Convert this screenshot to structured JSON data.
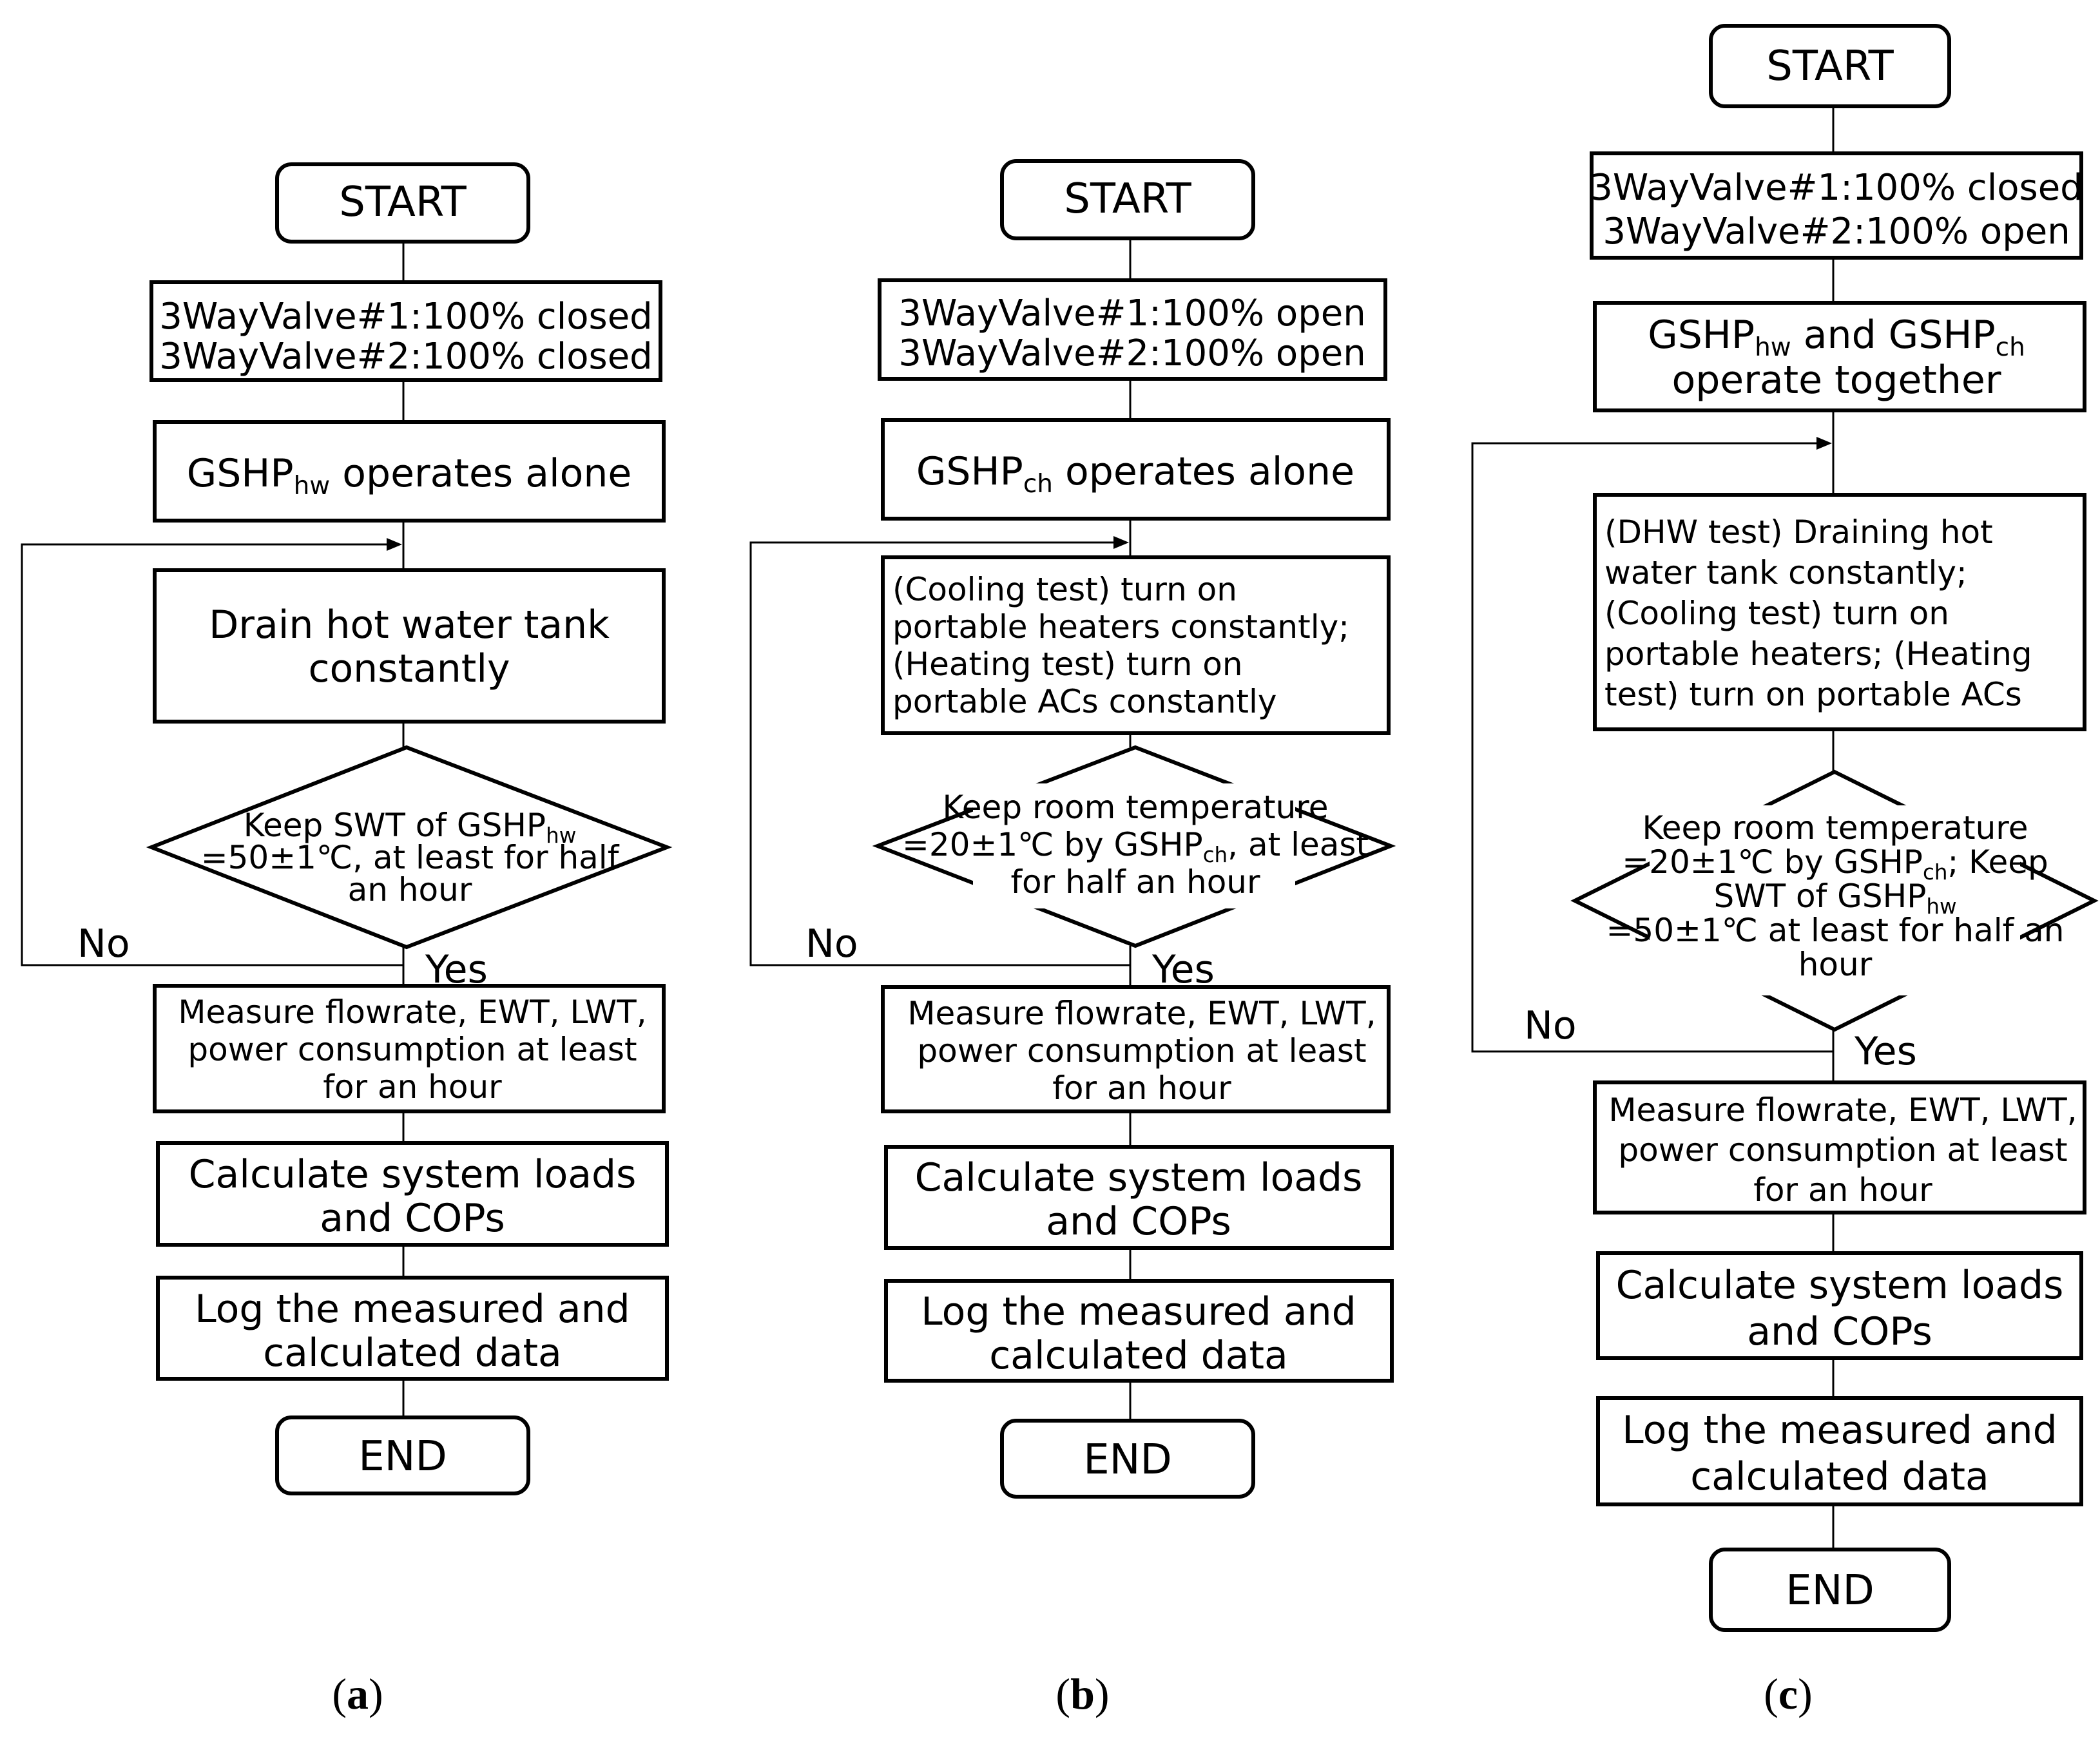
{
  "figure": {
    "a": {
      "caption": "a",
      "start": "START",
      "valves": [
        "3WayValve#1:100% closed",
        "3WayValve#2:100% closed"
      ],
      "operate": [
        {
          "t": "GSHP"
        },
        {
          "t": "hw",
          "sub": true
        },
        {
          "t": " operates alone"
        }
      ],
      "process": [
        "Drain hot water tank",
        "constantly"
      ],
      "decision": [
        [
          {
            "t": "Keep SWT of GSHP"
          },
          {
            "t": "hw",
            "sub": true
          }
        ],
        [
          {
            "t": "=50±1℃, at least for half"
          }
        ],
        [
          {
            "t": "an hour"
          }
        ]
      ],
      "no": "No",
      "yes": "Yes",
      "measure": [
        "Measure flowrate, EWT, LWT,",
        "power consumption at least",
        "for an hour"
      ],
      "calculate": [
        "Calculate system loads",
        "and COPs"
      ],
      "log": [
        "Log the measured and",
        "calculated data"
      ],
      "end": "END"
    },
    "b": {
      "caption": "b",
      "start": "START",
      "valves": [
        "3WayValve#1:100% open",
        "3WayValve#2:100% open"
      ],
      "operate": [
        {
          "t": "GSHP"
        },
        {
          "t": "ch",
          "sub": true
        },
        {
          "t": " operates alone"
        }
      ],
      "process": [
        "(Cooling test) turn on",
        "portable heaters constantly;",
        "(Heating test) turn on",
        "portable ACs constantly"
      ],
      "decision": [
        [
          {
            "t": "Keep room temperature"
          }
        ],
        [
          {
            "t": "=20±1℃ by GSHP"
          },
          {
            "t": "ch",
            "sub": true
          },
          {
            "t": ", at least"
          }
        ],
        [
          {
            "t": "for half an hour"
          }
        ]
      ],
      "no": "No",
      "yes": "Yes",
      "measure": [
        "Measure flowrate, EWT, LWT,",
        "power consumption at least",
        "for an hour"
      ],
      "calculate": [
        "Calculate system loads",
        "and COPs"
      ],
      "log": [
        "Log the measured and",
        "calculated data"
      ],
      "end": "END"
    },
    "c": {
      "caption": "c",
      "start": "START",
      "valves": [
        "3WayValve#1:100% closed",
        "3WayValve#2:100% open"
      ],
      "operate": [
        [
          {
            "t": "GSHP"
          },
          {
            "t": "hw",
            "sub": true
          },
          {
            "t": " and GSHP"
          },
          {
            "t": "ch",
            "sub": true
          }
        ],
        [
          {
            "t": "operate together"
          }
        ]
      ],
      "process": [
        "(DHW test) Draining hot",
        "water tank constantly;",
        "(Cooling test) turn on",
        "portable heaters; (Heating",
        "test) turn on portable ACs"
      ],
      "decision": [
        [
          {
            "t": "Keep room temperature"
          }
        ],
        [
          {
            "t": "=20±1℃ by GSHP"
          },
          {
            "t": "ch",
            "sub": true
          },
          {
            "t": "; Keep"
          }
        ],
        [
          {
            "t": "SWT of GSHP"
          },
          {
            "t": "hw",
            "sub": true
          }
        ],
        [
          {
            "t": "=50±1℃ at least for half an"
          }
        ],
        [
          {
            "t": "hour"
          }
        ]
      ],
      "no": "No",
      "yes": "Yes",
      "measure": [
        "Measure flowrate, EWT, LWT,",
        "power consumption at least",
        "for an hour"
      ],
      "calculate": [
        "Calculate system loads",
        "and COPs"
      ],
      "log": [
        "Log the measured and",
        "calculated data"
      ],
      "end": "END"
    }
  }
}
